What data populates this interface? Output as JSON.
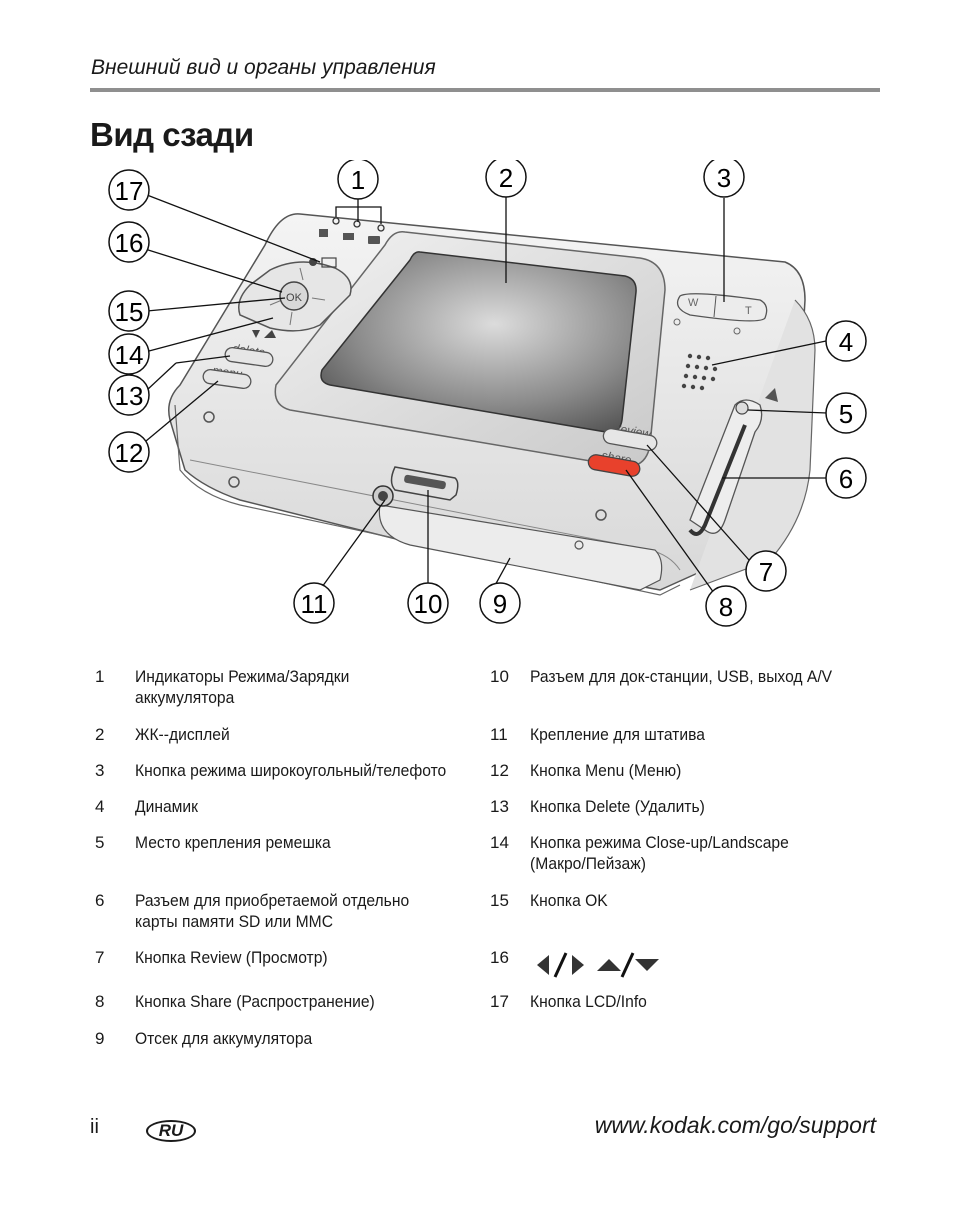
{
  "header": {
    "section": "Внешний вид и органы управления"
  },
  "page_title": "Вид сзади",
  "figure": {
    "callouts": [
      "1",
      "2",
      "3",
      "4",
      "5",
      "6",
      "7",
      "8",
      "9",
      "10",
      "11",
      "12",
      "13",
      "14",
      "15",
      "16",
      "17"
    ],
    "camera_labels": {
      "ok": "OK",
      "delete": "delete",
      "menu": "menu",
      "review": "review",
      "share": "share",
      "wide": "W",
      "tele": "T"
    }
  },
  "legend": [
    {
      "num": "1",
      "text": "Индикаторы Режима/Зарядки аккумулятора"
    },
    {
      "num": "2",
      "text": "ЖК--дисплей"
    },
    {
      "num": "3",
      "text": "Кнопка режима широкоугольный/телефото"
    },
    {
      "num": "4",
      "text": "Динамик"
    },
    {
      "num": "5",
      "text": "Место крепления ремешка"
    },
    {
      "num": "6",
      "text": "Разъем для приобретаемой отдельно карты памяти SD или MMC"
    },
    {
      "num": "7",
      "text": "Кнопка Review (Просмотр)"
    },
    {
      "num": "8",
      "text": "Кнопка Share (Распространение)"
    },
    {
      "num": "9",
      "text": "Отсек для аккумулятора"
    },
    {
      "num": "10",
      "text": "Разъем для док-станции, USB, выход A/V"
    },
    {
      "num": "11",
      "text": "Крепление для штатива"
    },
    {
      "num": "12",
      "text": "Кнопка Menu (Меню)"
    },
    {
      "num": "13",
      "text": "Кнопка Delete (Удалить)"
    },
    {
      "num": "14",
      "text": "Кнопка режима Close-up/Landscape (Макро/Пейзаж)"
    },
    {
      "num": "15",
      "text": "Кнопка OK"
    },
    {
      "num": "16",
      "text": ""
    },
    {
      "num": "17",
      "text": "Кнопка LCD/Info"
    }
  ],
  "legend_icons_item16": [
    "arrow-left-right-icon",
    "arrow-up-down-icon"
  ],
  "footer": {
    "page": "ii",
    "lang": "RU",
    "url": "www.kodak.com/go/support"
  }
}
